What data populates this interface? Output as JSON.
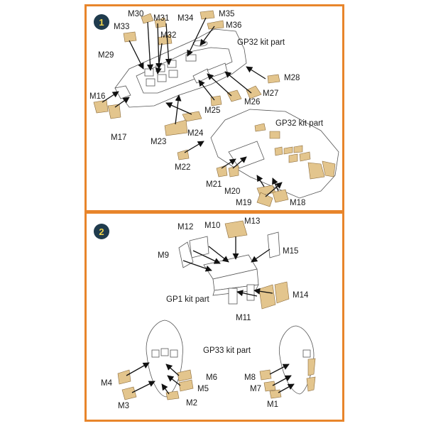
{
  "steps": [
    {
      "number": "1",
      "kit_labels": [
        "GP32 kit part",
        "GP32 kit part"
      ],
      "parts": [
        "M30",
        "M31",
        "M34",
        "M35",
        "M33",
        "M36",
        "M32",
        "M29",
        "M28",
        "M16",
        "M27",
        "M26",
        "M25",
        "M17",
        "M24",
        "M23",
        "M22",
        "M21",
        "M20",
        "M19",
        "M18"
      ]
    },
    {
      "number": "2",
      "kit_labels": [
        "GP1 kit part",
        "GP33 kit part"
      ],
      "parts": [
        "M12",
        "M10",
        "M13",
        "M9",
        "M15",
        "M14",
        "M11",
        "M4",
        "M6",
        "M5",
        "M3",
        "M2",
        "M8",
        "M7",
        "M1"
      ]
    }
  ],
  "colors": {
    "frame": "#e8852b",
    "badge": "#1f3b4d",
    "badge_text": "#f0d44a",
    "mask": "#e3c58d"
  }
}
